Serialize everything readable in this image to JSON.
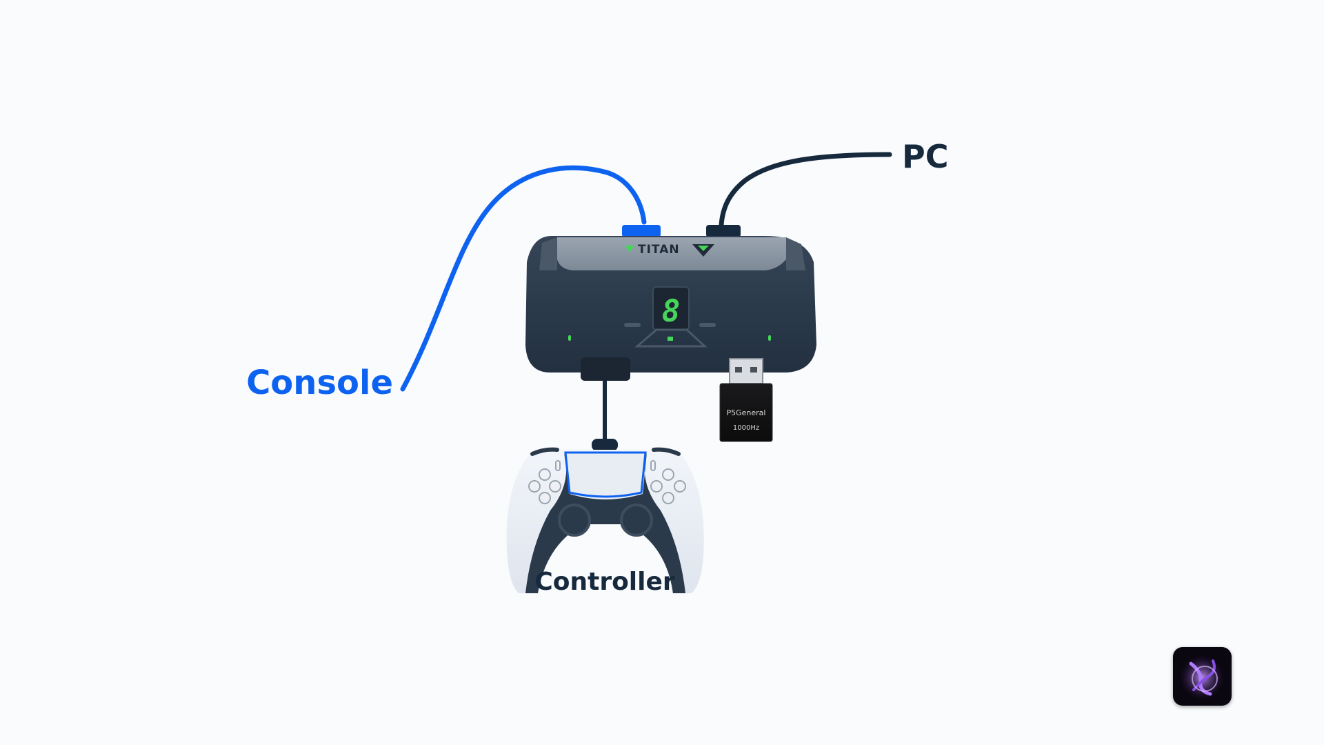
{
  "labels": {
    "console": "Console",
    "pc": "PC",
    "controller": "Controller"
  },
  "device": {
    "brand": "TITAN",
    "display_digit": "8"
  },
  "dongle": {
    "line1": "P5General",
    "line2": "1000Hz"
  },
  "colors": {
    "console_cable": "#0d63f0",
    "pc_cable": "#17293d",
    "device_body": "#2b3a4b",
    "device_top": "#8994a1",
    "led_green": "#47d45a",
    "label_dark": "#17293d"
  },
  "icons": {
    "badge": "swirl-logo-icon"
  }
}
